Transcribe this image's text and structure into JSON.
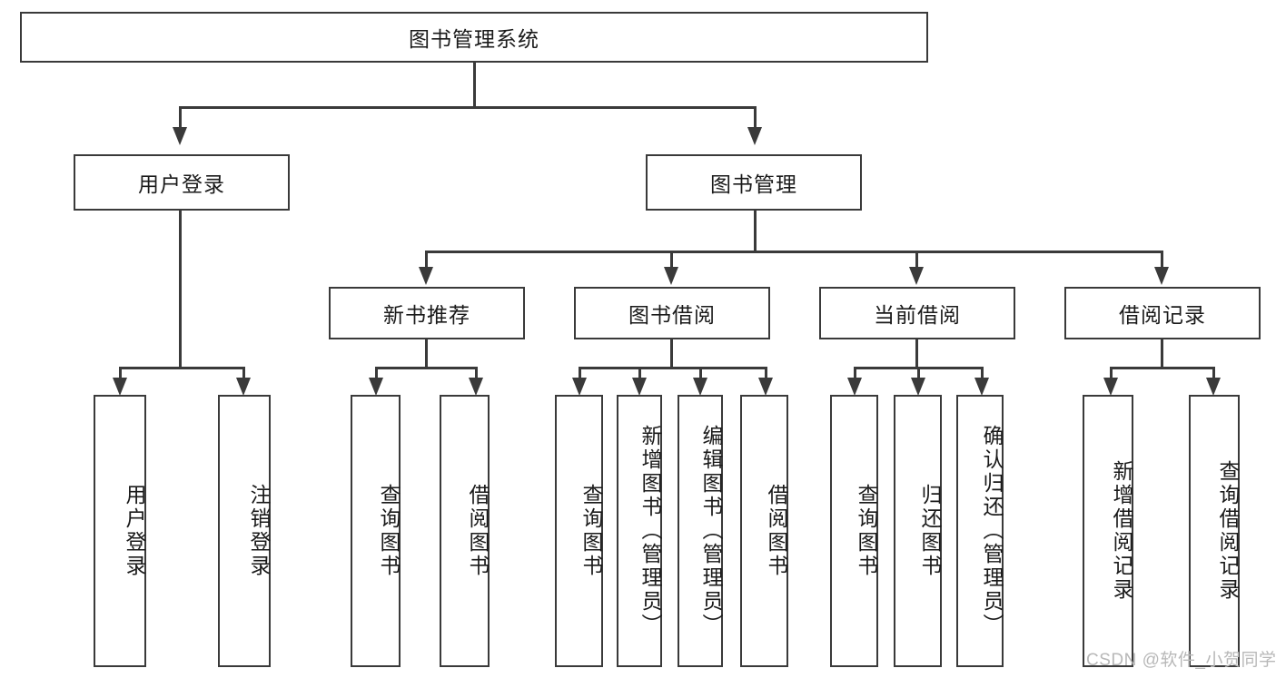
{
  "diagram": {
    "title_node": {
      "label": "图书管理系统"
    },
    "level2": [
      {
        "id": "user-login",
        "label": "用户登录"
      },
      {
        "id": "book-management",
        "label": "图书管理"
      }
    ],
    "level3": [
      {
        "id": "new-book-recommend",
        "label": "新书推荐"
      },
      {
        "id": "book-borrow",
        "label": "图书借阅"
      },
      {
        "id": "current-borrow",
        "label": "当前借阅"
      },
      {
        "id": "borrow-record",
        "label": "借阅记录"
      }
    ],
    "leaves": {
      "user_login": [
        {
          "id": "leaf-user-login",
          "label": "用户登录"
        },
        {
          "id": "leaf-logout-login",
          "label": "注销登录"
        }
      ],
      "new_book_recommend": [
        {
          "id": "leaf-query-book-1",
          "label": "查询图书"
        },
        {
          "id": "leaf-borrow-book-1",
          "label": "借阅图书"
        }
      ],
      "book_borrow": [
        {
          "id": "leaf-query-book-2",
          "label": "查询图书"
        },
        {
          "id": "leaf-add-book",
          "label": "新增图书（管理员）"
        },
        {
          "id": "leaf-edit-book",
          "label": "编辑图书（管理员）"
        },
        {
          "id": "leaf-borrow-book-2",
          "label": "借阅图书"
        }
      ],
      "current_borrow": [
        {
          "id": "leaf-query-book-3",
          "label": "查询图书"
        },
        {
          "id": "leaf-return-book",
          "label": "归还图书"
        },
        {
          "id": "leaf-confirm-return",
          "label": "确认归还（管理员）"
        }
      ],
      "borrow_record": [
        {
          "id": "leaf-add-borrow-record",
          "label": "新增借阅记录"
        },
        {
          "id": "leaf-query-borrow-record",
          "label": "查询借阅记录"
        }
      ]
    }
  },
  "watermark": {
    "text": "CSDN @软件_小贺同学"
  },
  "colors": {
    "stroke": "#3a3a3a",
    "text": "#1a1a1a",
    "background": "#ffffff",
    "watermark": "#b8b8b8"
  }
}
